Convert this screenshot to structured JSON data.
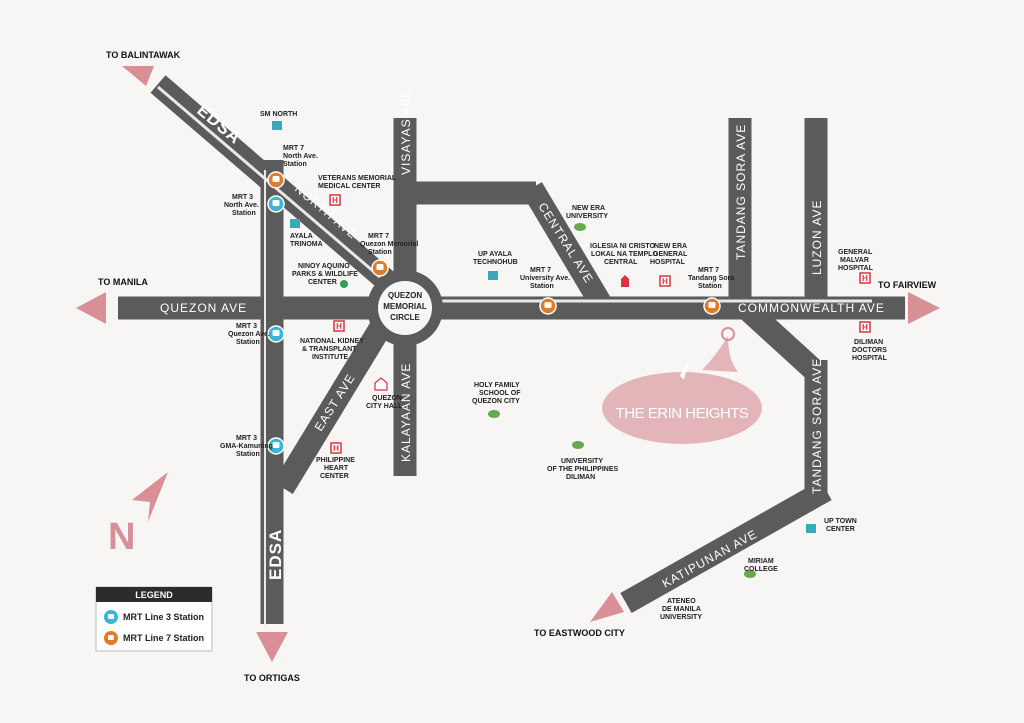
{
  "directions": {
    "balintawak": "TO BALINTAWAK",
    "manila": "TO MANILA",
    "fairview": "TO FAIRVIEW",
    "ortigas": "TO ORTIGAS",
    "eastwood": "TO EASTWOOD CITY"
  },
  "roads": {
    "edsa_top": "EDSA",
    "edsa_bottom": "EDSA",
    "north_ave": "NORTH AVE",
    "visayas": "VISAYAS AVE",
    "central": "CENTRAL AVE",
    "quezon_ave": "QUEZON AVE",
    "commonwealth": "COMMONWEALTH AVE",
    "tandang_sora_top": "TANDANG SORA AVE",
    "luzon": "LUZON AVE",
    "tandang_sora_bottom": "TANDANG SORA AVE",
    "east_ave": "EAST AVE",
    "kalayaan": "KALAYAAN AVE",
    "katipunan": "KATIPUNAN AVE"
  },
  "circle": {
    "line1": "QUEZON",
    "line2": "MEMORIAL",
    "line3": "CIRCLE"
  },
  "places": {
    "sm_north": "SM NORTH",
    "mrt7_north_1": "MRT 7",
    "mrt7_north_2": "North Ave.",
    "mrt7_north_3": "Station",
    "veterans_1": "VETERANS MEMORIAL",
    "veterans_2": "MEDICAL CENTER",
    "mrt3_north_1": "MRT 3",
    "mrt3_north_2": "North Ave.",
    "mrt3_north_3": "Station",
    "ayala_trinoma_1": "AYALA",
    "ayala_trinoma_2": "TRINOMA",
    "mrt7_qmc_1": "MRT 7",
    "mrt7_qmc_2": "Quezon Memorial",
    "mrt7_qmc_3": "Station",
    "ninoy_1": "NINOY AQUINO",
    "ninoy_2": "PARKS & WILDLIFE",
    "ninoy_3": "CENTER",
    "up_ayala_1": "UP AYALA",
    "up_ayala_2": "TECHNOHUB",
    "mrt7_univ_1": "MRT 7",
    "mrt7_univ_2": "University Ave.",
    "mrt7_univ_3": "Station",
    "new_era_univ_1": "NEW ERA",
    "new_era_univ_2": "UNIVERSITY",
    "iglesia_1": "IGLESIA NI CRISTO",
    "iglesia_2": "LOKAL NA TEMPLO",
    "iglesia_3": "CENTRAL",
    "new_era_hosp_1": "NEW ERA",
    "new_era_hosp_2": "GENERAL",
    "new_era_hosp_3": "HOSPITAL",
    "mrt7_ts_1": "MRT 7",
    "mrt7_ts_2": "Tandang Sora",
    "mrt7_ts_3": "Station",
    "malvar_1": "GENERAL",
    "malvar_2": "MALVAR",
    "malvar_3": "HOSPITAL",
    "diliman_doc_1": "DILIMAN",
    "diliman_doc_2": "DOCTORS",
    "diliman_doc_3": "HOSPITAL",
    "mrt3_quezon_1": "MRT 3",
    "mrt3_quezon_2": "Quezon Ave.",
    "mrt3_quezon_3": "Station",
    "nkti_1": "NATIONAL KIDNEY",
    "nkti_2": "& TRANSPLANT",
    "nkti_3": "INSTITUTE",
    "qc_hall_1": "QUEZON",
    "qc_hall_2": "CITY HALL",
    "holy_family_1": "HOLY FAMILY",
    "holy_family_2": "SCHOOL OF",
    "holy_family_3": "QUEZON CITY",
    "mrt3_gma_1": "MRT 3",
    "mrt3_gma_2": "GMA-Kamuning",
    "mrt3_gma_3": "Station",
    "heart_1": "PHILIPPINE",
    "heart_2": "HEART",
    "heart_3": "CENTER",
    "up_1": "UNIVERSITY",
    "up_2": "OF THE PHILIPPINES",
    "up_3": "DILIMAN",
    "uptown_1": "UP TOWN",
    "uptown_2": "CENTER",
    "miriam_1": "MIRIAM",
    "miriam_2": "COLLEGE",
    "ateneo_1": "ATENEO",
    "ateneo_2": "DE MANILA",
    "ateneo_3": "UNIVERSITY"
  },
  "brand": {
    "name": "THE ERIN HEIGHTS"
  },
  "compass": {
    "letter": "N"
  },
  "legend": {
    "title": "LEGEND",
    "mrt3": "MRT Line 3 Station",
    "mrt7": "MRT Line 7 Station"
  },
  "colors": {
    "road": "#5b5b5b",
    "accent": "#d98f96",
    "mrt3": "#3bb6d6",
    "mrt7": "#e07b2a",
    "hospital": "#d9333f",
    "landmark": "#39a8b8",
    "school": "#6aa84f"
  }
}
